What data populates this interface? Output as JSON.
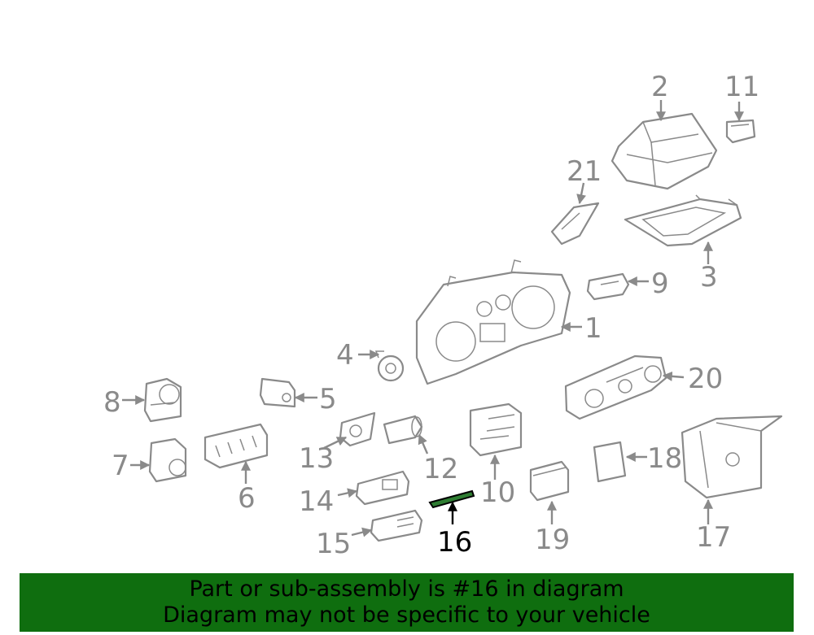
{
  "diagram": {
    "highlighted_callout": "16",
    "callouts": [
      "1",
      "2",
      "3",
      "4",
      "5",
      "6",
      "7",
      "8",
      "9",
      "10",
      "11",
      "12",
      "13",
      "14",
      "15",
      "16",
      "17",
      "18",
      "19",
      "20",
      "21"
    ]
  },
  "banner": {
    "line1": "Part or sub-assembly is #16 in diagram",
    "line2": "Diagram may not be specific to your vehicle"
  },
  "colors": {
    "line_art": "#8a8a8a",
    "highlight_part": "#2e7d32",
    "banner_background": "#0f6e0f",
    "banner_text": "#000000"
  }
}
